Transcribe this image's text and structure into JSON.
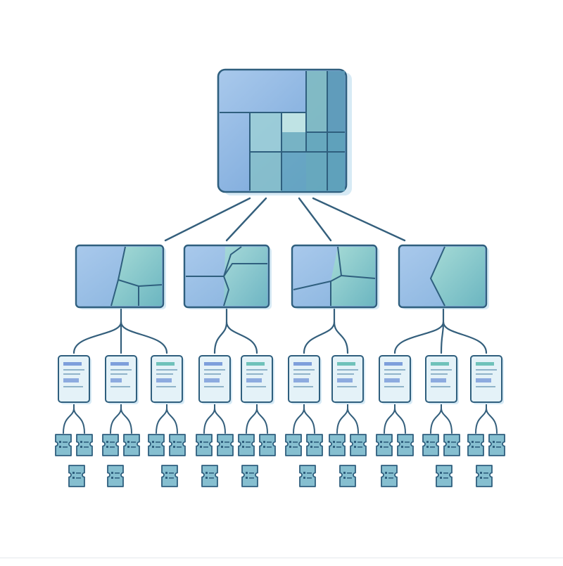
{
  "diagram": {
    "colors": {
      "stroke": "#2f5f7e",
      "connector": "#345f7c",
      "shadow": "#d7eaf5",
      "blue_light": "#a9c9ec",
      "blue_mid": "#7ea9dc",
      "teal_light": "#a6dbd6",
      "teal_mid": "#79c0be",
      "teal_dark": "#4f97b4",
      "doc_fill": "#e4f2f8",
      "doc_bar_blue": "#7e9fdb",
      "doc_bar_teal": "#6fc2ba",
      "chip_fill": "#86bfd0",
      "chip_lines": "#2f5f7e",
      "background": "#ffffff"
    },
    "root": {
      "shape": "large fragmented square"
    },
    "groups": [
      {
        "docs": [
          "blue",
          "blue-mixed"
        ],
        "chip_rows": 2
      },
      {
        "docs": [
          "blue",
          "teal"
        ],
        "chip_rows": 2
      },
      {
        "docs": [
          "blue",
          "teal"
        ],
        "chip_rows": 2
      },
      {
        "docs": [
          "blue",
          "teal",
          "teal"
        ],
        "chip_rows": 2
      }
    ]
  }
}
